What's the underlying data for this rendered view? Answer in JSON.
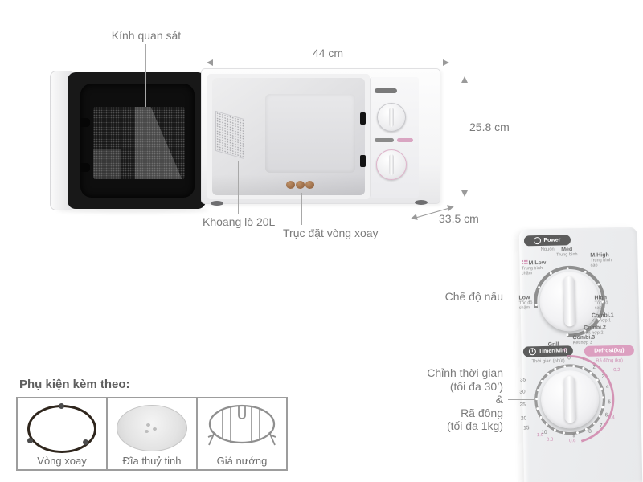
{
  "annotations": {
    "glass_label": "Kính quan sát",
    "cavity_label": "Khoang lò 20L",
    "shaft_label": "Trục đặt vòng xoay",
    "width_dim": "44 cm",
    "height_dim": "25.8 cm",
    "depth_dim": "33.5 cm",
    "cook_mode_label": "Chế độ nấu",
    "timer_note_lines": [
      "Chỉnh thời gian",
      "(tối đa 30’)",
      "&",
      "Rã đông",
      "(tối đa 1kg)"
    ]
  },
  "control_panel": {
    "power_badge": "Power",
    "power_sub": "Nguồn",
    "timer_badge": "Timer(Min)",
    "timer_sub": "Thời gian (phút)",
    "defrost_badge": "Defrost(kg)",
    "defrost_sub": "Rã đông (kg)",
    "modes": [
      {
        "en": "Med",
        "vi": "Trung bình"
      },
      {
        "en": "M.High",
        "vi": "Trung bình cao"
      },
      {
        "en": "High",
        "vi": "Tốc độ cao"
      },
      {
        "en": "Combi.1",
        "vi": "Kết hợp 1"
      },
      {
        "en": "Combi.2",
        "vi": "Kết hợp 2"
      },
      {
        "en": "Combi.3",
        "vi": "Kết hợp 3"
      },
      {
        "en": "Grill",
        "vi": "Nướng"
      },
      {
        "en": "Low",
        "vi": "Tốc độ chậm"
      },
      {
        "en": "M.Low",
        "vi": "Trung bình chậm"
      }
    ],
    "timer_scale": [
      "0",
      "1",
      "2",
      "3",
      "4",
      "5",
      "6",
      "7",
      "8",
      "9",
      "10",
      "15",
      "20",
      "25",
      "30",
      "35"
    ],
    "defrost_scale": [
      "0",
      "0.2",
      "0.4",
      "0.6",
      "0.8",
      "1.0"
    ]
  },
  "accessories": {
    "heading": "Phụ kiện kèm theo:",
    "items": [
      {
        "label": "Vòng xoay",
        "icon": "roller-ring-icon"
      },
      {
        "label": "Đĩa thuỷ tinh",
        "icon": "glass-plate-icon"
      },
      {
        "label": "Giá nướng",
        "icon": "grill-rack-icon"
      }
    ]
  },
  "colors": {
    "accent_pink": "#d494b5",
    "badge_dark": "#5c5c5c",
    "label_gray": "#7b7b7b",
    "arrow_gray": "#9a9a9a"
  }
}
